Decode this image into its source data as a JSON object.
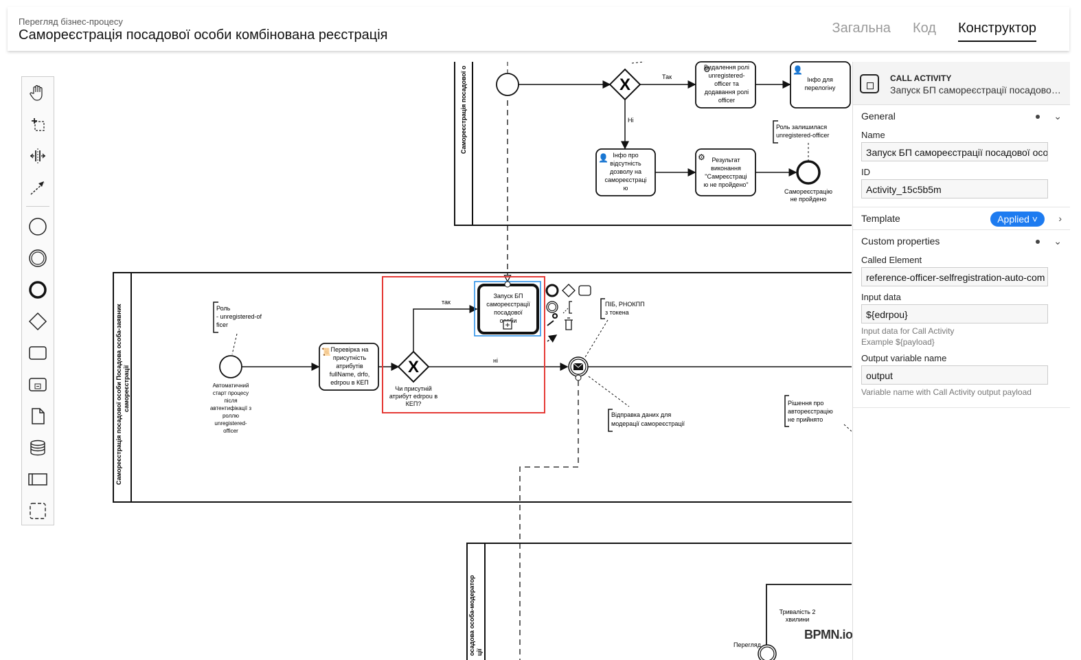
{
  "header": {
    "subtitle": "Перегляд бізнес-процесу",
    "title": "Самореєстрація посадової особи комбінована реєстрація",
    "tabs": [
      "Загальна",
      "Код",
      "Конструктор"
    ]
  },
  "palette": {
    "tools": [
      "hand-tool-icon",
      "lasso-tool-icon",
      "space-tool-icon",
      "global-connect-icon",
      "start-event-icon",
      "intermediate-event-icon",
      "end-event-icon",
      "gateway-icon",
      "task-icon",
      "subprocess-icon",
      "data-object-icon",
      "data-store-icon",
      "participant-icon",
      "group-icon"
    ]
  },
  "diagram": {
    "lane_top": "Самореєстрація посадової о",
    "lane_middle_1": "Самореєстрація посадової особи Посадова особа-заявник",
    "lane_middle_2": "самореєстрації",
    "lane_bottom_1": "осадова особа-модератор",
    "lane_bottom_2": "ції",
    "top": {
      "label_tak": "Так",
      "label_ni": "Ні",
      "task_remove_role": [
        "Видалення ролі",
        "unregistered-",
        "officer та",
        "додавання ролі",
        "officer"
      ],
      "task_info_relogin": [
        "Інфо для",
        "перелогіну"
      ],
      "task_info_no_permission": [
        "Інфо про",
        "відсутність",
        "дозволу на",
        "самореєстраці",
        "ю"
      ],
      "task_result": [
        "Результат",
        "виконання",
        "\"Самреєстраці",
        "ю не пройдено\""
      ],
      "annotation_role_remained": [
        "Роль залишилася",
        "unregistered-officer"
      ],
      "end_failed": [
        "Самореєстрацію",
        "не пройдено"
      ]
    },
    "middle": {
      "annotation_role": [
        "Роль",
        "- unregistered-of",
        "ficer"
      ],
      "start_event": [
        "Автоматичний",
        "старт процесу",
        "після",
        "автентифікації з",
        "роллю",
        "unregistered-",
        "officer"
      ],
      "task_check_attrs": [
        "Перевірка на",
        "присутність",
        "атрибутів",
        "fullName, drfo,",
        "edrpou в КЕП"
      ],
      "gateway_label": [
        "Чи присутній",
        "атрибут edrpou в",
        "КЕП?"
      ],
      "label_tak": "так",
      "label_ni": "ні",
      "call_activity": [
        "Запуск БП",
        "самореєстрації",
        "посадової",
        "особи"
      ],
      "annotation_pib": [
        "ПІБ, РНОКПП",
        "з токена"
      ],
      "annotation_send": [
        "Відправка даних для",
        "модерації самореєстрації"
      ],
      "annotation_decision": [
        "Рішення про",
        "автореєстрацію",
        "не прийнято"
      ]
    },
    "bottom": {
      "timer_label": [
        "Тривалість 2",
        "хвилини"
      ],
      "review_label": "Перегляд"
    },
    "watermark": "BPMN.io"
  },
  "panel": {
    "type": "CALL ACTIVITY",
    "element_name": "Запуск БП самореєстрації посадової…",
    "groups": {
      "general": "General",
      "template": "Template",
      "custom": "Custom properties"
    },
    "template_badge": "Applied",
    "fields": {
      "name_label": "Name",
      "name_value": "Запуск БП самореєстрації посадової осо",
      "id_label": "ID",
      "id_value": "Activity_15c5b5m",
      "called_label": "Called Element",
      "called_value": "reference-officer-selfregistration-auto-com",
      "input_label": "Input data",
      "input_value": "${edrpou}",
      "input_desc_1": "Input data for Call Activity",
      "input_desc_2": "Example ${payload}",
      "output_label": "Output variable name",
      "output_value": "output",
      "output_desc": "Variable name with Call Activity output payload"
    }
  },
  "colors": {
    "highlight_red": "#e53935",
    "selection_blue": "#1e88e5",
    "badge_blue": "#1d7bf0"
  }
}
